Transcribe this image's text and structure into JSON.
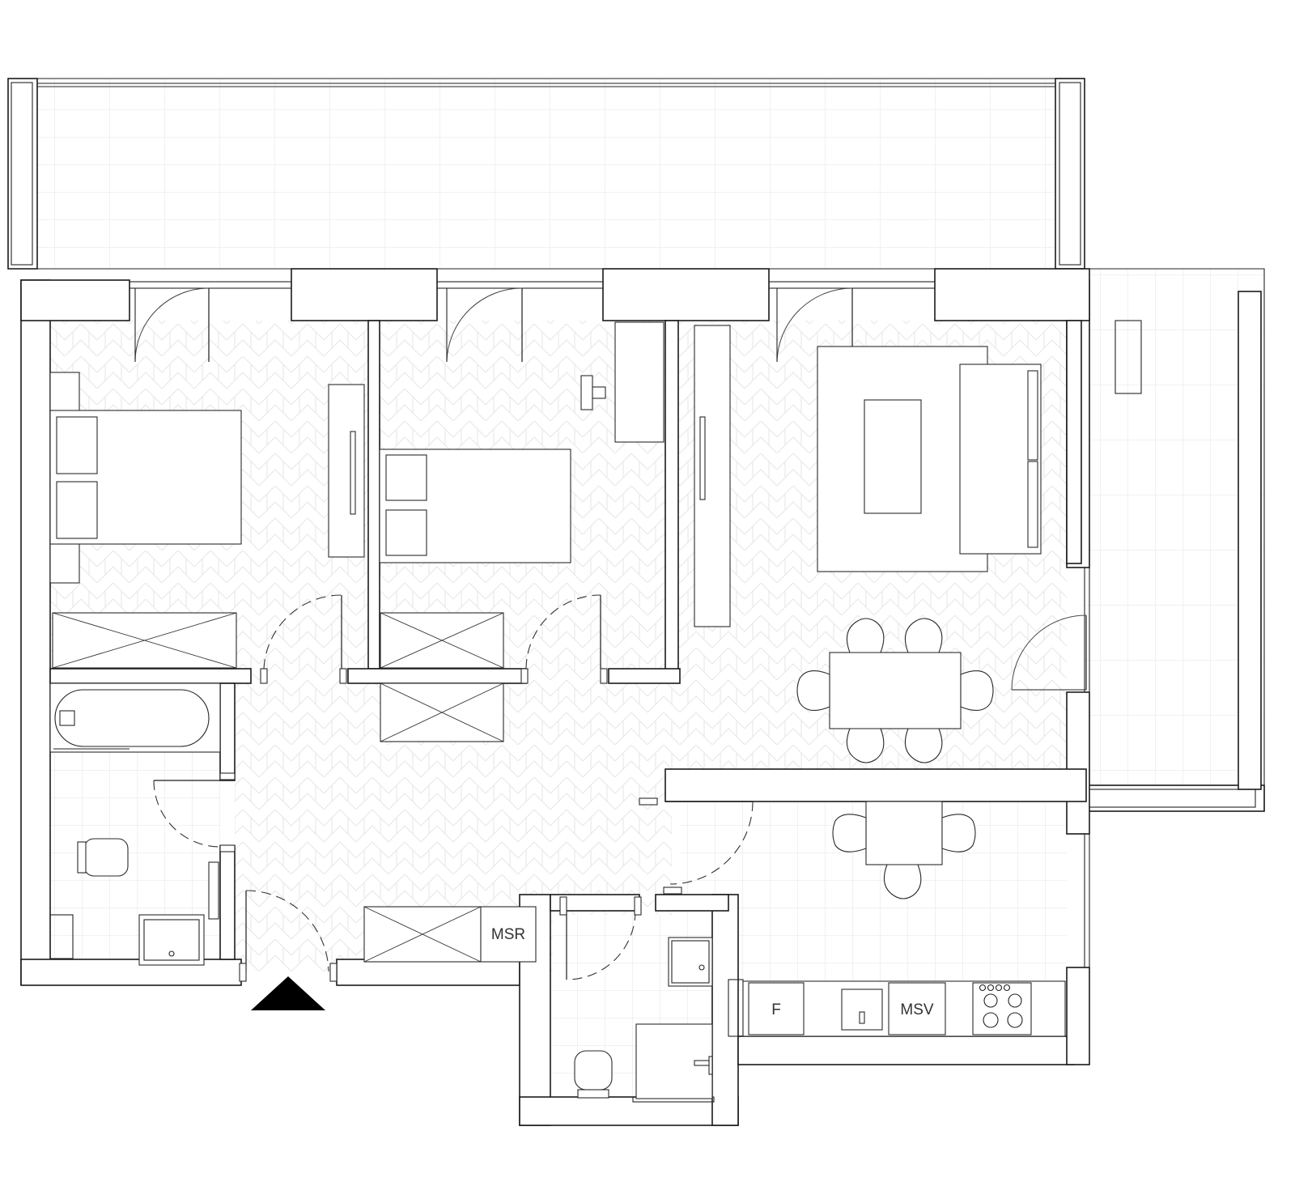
{
  "plan": {
    "labels": {
      "msr": "MSR",
      "fridge": "F",
      "msv": "MSV"
    },
    "colors": {
      "line": "#1a1a1a",
      "floor_pattern": "#d9d9d9",
      "entrance_marker": "#000000"
    }
  }
}
